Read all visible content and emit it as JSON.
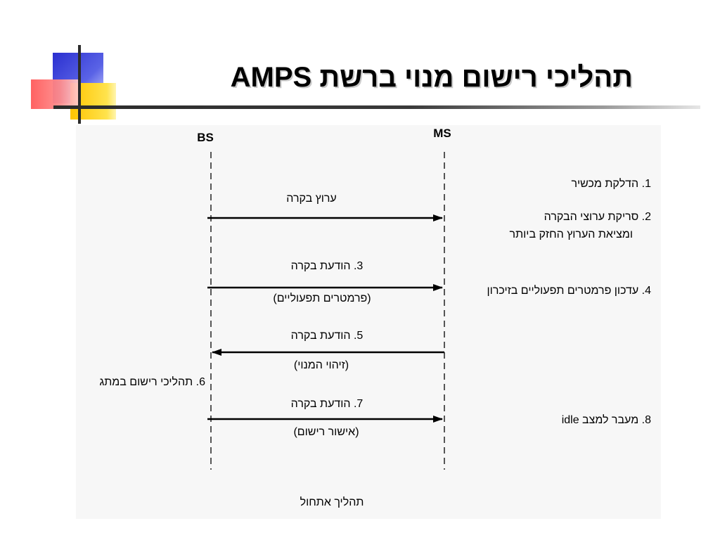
{
  "slide": {
    "title": "תהליכי רישום מנוי ברשת AMPS"
  },
  "diagram": {
    "lifelines": {
      "left": "BS",
      "right": "MS"
    },
    "messages": [
      {
        "direction": "BS→MS",
        "label": "ערוץ בקרה",
        "sublabel": ""
      },
      {
        "direction": "BS→MS",
        "label": "3. הודעת בקרה",
        "sublabel": "(פרמטרים תפעוליים)"
      },
      {
        "direction": "MS→BS",
        "label": "5. הודעת בקרה",
        "sublabel": "(זיהוי המנוי)"
      },
      {
        "direction": "BS→MS",
        "label": "7. הודעת בקרה",
        "sublabel": "(אישור רישום)"
      }
    ],
    "steps": [
      {
        "num": "1.",
        "text": "הדלקת מכשיר"
      },
      {
        "num": "2.",
        "text": "סריקת ערוצי הבקרה",
        "text2": "ומציאת הערוץ החזק ביותר"
      },
      {
        "num": "4.",
        "text": "עדכון פרמטרים תפעוליים בזיכרון"
      },
      {
        "num": "8.",
        "text": "מעבר למצב idle"
      }
    ],
    "bs_step": "6. תהליכי רישום במתג",
    "caption": "תהליך אתחול"
  },
  "colors": {
    "panel": "#f7f7f7",
    "line": "#000000",
    "deco_blue": "#2a2fd0",
    "deco_yellow": "#ffc400",
    "deco_red": "#ff5a5a"
  }
}
